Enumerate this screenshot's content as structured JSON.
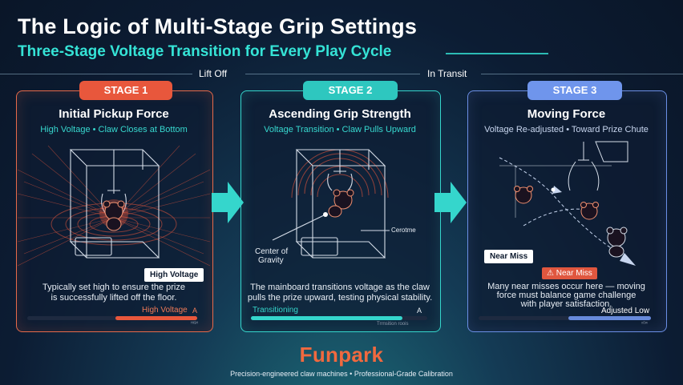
{
  "header": {
    "title": "The Logic of Multi-Stage Grip Settings",
    "subtitle": "Three-Stage Voltage Transition for Every Play Cycle"
  },
  "timeline": {
    "labels": [
      "Lift Off",
      "In Transit"
    ]
  },
  "stages": [
    {
      "badge": "STAGE 1",
      "title": "Initial Pickup Force",
      "subtitle": "High Voltage • Claw Closes at Bottom",
      "callout": "High Voltage",
      "description": [
        "Typically set high to ensure the prize",
        "is successfully lifted off the floor."
      ],
      "bar_label": "High Voltage",
      "bar_end": "A",
      "bar_fill": 0.48,
      "bar_color": "#e8573c",
      "tiny": "ᴴᴵᴳᴴ"
    },
    {
      "badge": "STAGE 2",
      "title": "Ascending Grip Strength",
      "subtitle": "Voltage Transition • Claw Pulls Upward",
      "labels": [
        "Center of",
        "Gravity",
        "Cerotme"
      ],
      "description": [
        "The mainboard transitions voltage as the claw",
        "pulls the prize upward, testing physical stability."
      ],
      "bar_label": "Transitioning",
      "bar_end": "A",
      "bar_fill": 0.86,
      "bar_color": "#35d6cc",
      "tiny": "Trrnsition roois"
    },
    {
      "badge": "STAGE 3",
      "title": "Moving Force",
      "subtitle": "Voltage Re-adjusted • Toward Prize Chute",
      "callout": "Near Miss",
      "warning": "Near Miss",
      "description": [
        "Many near misses occur here — moving",
        "force must balance game challenge",
        "with player satisfaction."
      ],
      "bar_label": "Adjusted Low",
      "bar_fill": 0.48,
      "bar_color": "#6f95ec",
      "tiny": "ˣᴼʷ"
    }
  ],
  "footer": {
    "brand": "Funpark",
    "tagline": "Precision-engineered claw machines • Professional-Grade Calibration"
  },
  "colors": {
    "stage1": "#e8573c",
    "stage2": "#35d6cc",
    "stage3": "#6f95ec",
    "accent": "#35e3d6",
    "brand": "#f0693f"
  }
}
